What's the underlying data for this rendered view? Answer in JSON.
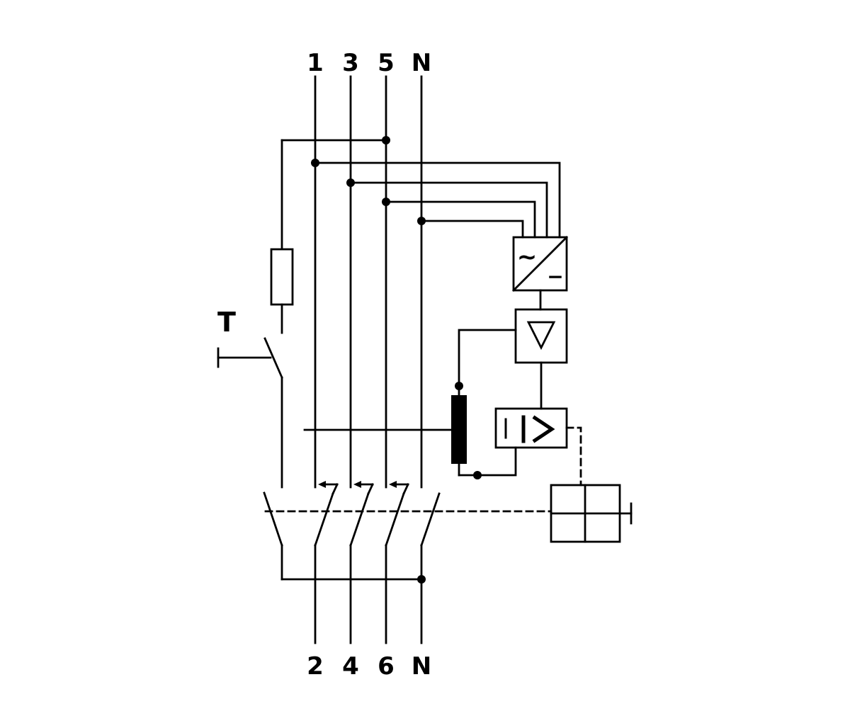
{
  "diagram": {
    "kind": "wiring-diagram-rcbo-4pole",
    "colors": {
      "line": "#000000",
      "background": "#ffffff"
    },
    "terminals": {
      "top": [
        "1",
        "3",
        "5",
        "N"
      ],
      "bottom": [
        "2",
        "4",
        "6",
        "N"
      ]
    },
    "components": {
      "test_button_label": "T",
      "converter_ac_symbol": "~",
      "converter_dc_symbol": "−",
      "trip_relay_symbol": "I>",
      "amplifier_symbol": "triangle-down",
      "transformer": "summation-current-transformer",
      "mechanism": "switch-mechanism-with-handle"
    }
  }
}
